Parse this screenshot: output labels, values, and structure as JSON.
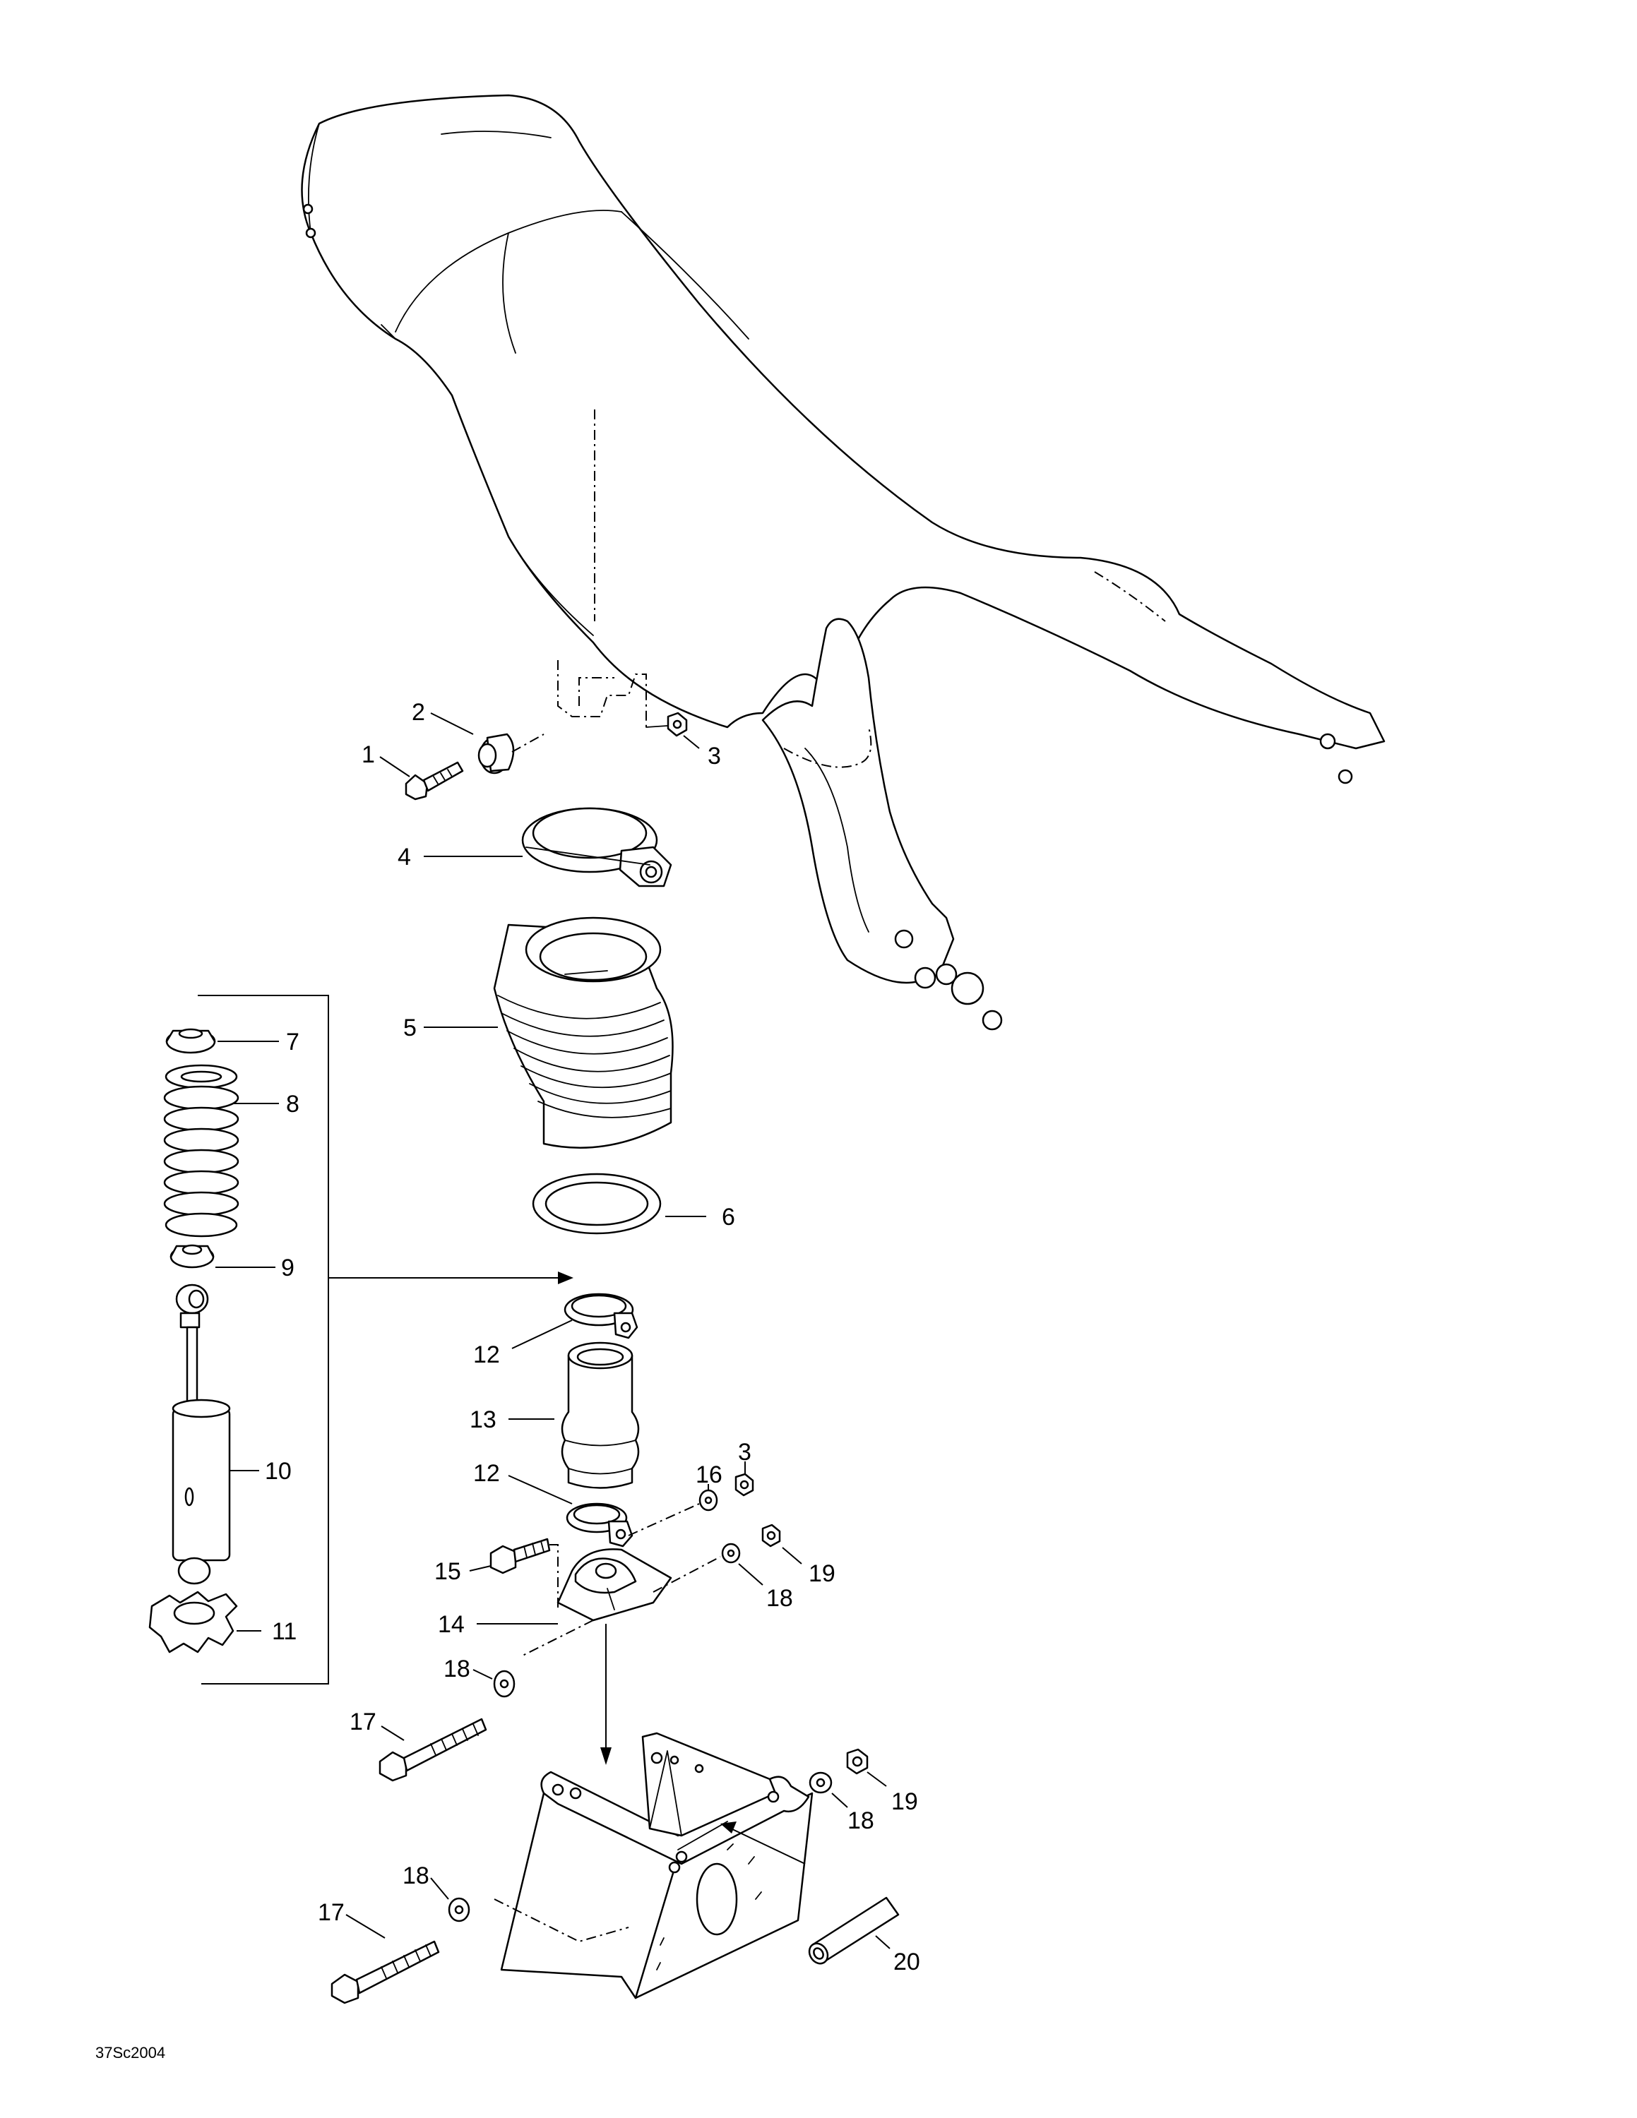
{
  "diagram": {
    "drawing_code": "37Sc2004",
    "callouts": [
      {
        "id": "c1",
        "label": "1"
      },
      {
        "id": "c2",
        "label": "2"
      },
      {
        "id": "c3a",
        "label": "3"
      },
      {
        "id": "c4",
        "label": "4"
      },
      {
        "id": "c5",
        "label": "5"
      },
      {
        "id": "c6",
        "label": "6"
      },
      {
        "id": "c7",
        "label": "7"
      },
      {
        "id": "c8",
        "label": "8"
      },
      {
        "id": "c9",
        "label": "9"
      },
      {
        "id": "c10",
        "label": "10"
      },
      {
        "id": "c11",
        "label": "11"
      },
      {
        "id": "c12a",
        "label": "12"
      },
      {
        "id": "c13",
        "label": "13"
      },
      {
        "id": "c12b",
        "label": "12"
      },
      {
        "id": "c16",
        "label": "16"
      },
      {
        "id": "c3b",
        "label": "3"
      },
      {
        "id": "c15",
        "label": "15"
      },
      {
        "id": "c19a",
        "label": "19"
      },
      {
        "id": "c18a",
        "label": "18"
      },
      {
        "id": "c14",
        "label": "14"
      },
      {
        "id": "c18b",
        "label": "18"
      },
      {
        "id": "c17a",
        "label": "17"
      },
      {
        "id": "c19b",
        "label": "19"
      },
      {
        "id": "c18c",
        "label": "18"
      },
      {
        "id": "c18d",
        "label": "18"
      },
      {
        "id": "c17b",
        "label": "17"
      },
      {
        "id": "c20",
        "label": "20"
      }
    ]
  }
}
